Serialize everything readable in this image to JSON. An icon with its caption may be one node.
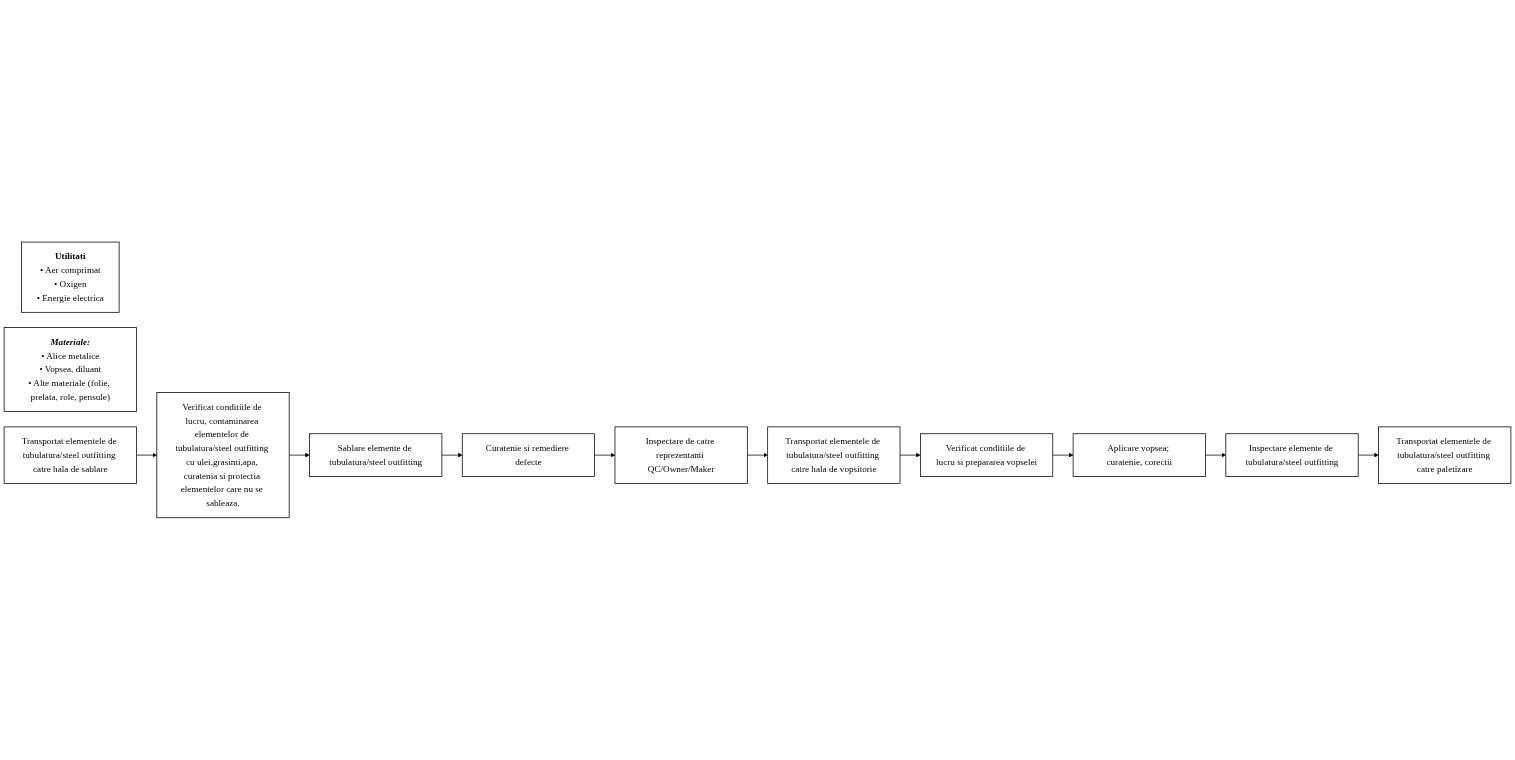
{
  "diagram": {
    "nodes": [
      {
        "text": [
          "Utilitati",
          "• Aer comprimat",
          "• Oxigen",
          "• Energie electrica"
        ]
      },
      {
        "text": [
          "Materiale:",
          "• Alice metalice",
          "• Vopsea, diluant",
          "• Alte materiale (folie, prelata, role, pensule)"
        ]
      },
      {
        "text": [
          "Transportat elementele de tubulatura/steel outfitting catre hala de sablare"
        ]
      },
      {
        "text": [
          "Verificat conditiile de lucru, contaminarea elementelor de tubulatura/steel outfitting cu ulei,grasimi,apa, curatenia si protectia elementelor care nu se sableaza."
        ]
      },
      {
        "text": [
          "Sablare elemente de tubulatura/steel outfitting"
        ]
      },
      {
        "text": [
          "Curatenie si remediere defecte"
        ]
      },
      {
        "text": [
          "Inspectare de catre reprezentanti QC/Owner/Maker"
        ]
      },
      {
        "text": [
          "Transportat elementele de tubulatura/steel outfitting catre hala de vopsitorie"
        ]
      },
      {
        "text": [
          "Verificat conditiile de lucru si prepararea vopselei"
        ]
      },
      {
        "text": [
          "Aplicare vopsea; curatenie, corectii"
        ]
      },
      {
        "text": [
          "Inspectare elemente de tubulatura/steel outfitting"
        ]
      },
      {
        "text": [
          "Transportat elementele de tubulatura/steel outfitting catre paletizare"
        ]
      }
    ],
    "edges": [
      {
        "from": 2,
        "to": 3,
        "arrow": "to"
      },
      {
        "from": 3,
        "to": 4,
        "arrow": "to"
      },
      {
        "from": 4,
        "to": 5,
        "arrow": "to"
      },
      {
        "from": 5,
        "to": 6,
        "arrow": "to"
      },
      {
        "from": 6,
        "to": 7,
        "arrow": "to"
      },
      {
        "from": 7,
        "to": 8,
        "arrow": "to"
      },
      {
        "from": 8,
        "to": 9,
        "arrow": "to"
      },
      {
        "from": 9,
        "to": 10,
        "arrow": "to"
      },
      {
        "from": 10,
        "to": 11,
        "arrow": "to"
      }
    ]
  }
}
